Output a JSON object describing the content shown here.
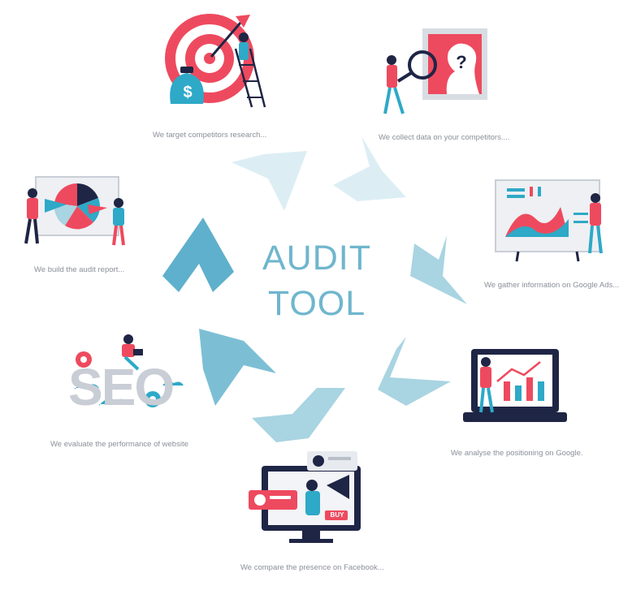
{
  "center": {
    "line1": "AUDIT",
    "line2": "TOOL"
  },
  "colors": {
    "accent": "#ee4a5f",
    "teal": "#2ea9c7",
    "navy": "#1f2545",
    "arrow_light": "#dceef4",
    "arrow_mid": "#a9d4e1",
    "arrow_dark": "#5fb0cc"
  },
  "steps": [
    {
      "caption": "We target competitors research...",
      "icon": "target-dart-icon"
    },
    {
      "caption": "We collect data on your competitors....",
      "icon": "magnifier-silhouette-icon"
    },
    {
      "caption": "We gather information on Google Ads...",
      "icon": "dashboard-chart-icon"
    },
    {
      "caption": "We analyse the positioning on Google.",
      "icon": "laptop-chart-icon"
    },
    {
      "caption": "We compare the presence on Facebook...",
      "icon": "monitor-megaphone-icon"
    },
    {
      "caption": "We evaluate the performance of website",
      "icon": "seo-gears-icon"
    },
    {
      "caption": "We build the audit report...",
      "icon": "pie-chart-board-icon"
    }
  ],
  "buy_label": "BUY",
  "seo_label": "SEO"
}
